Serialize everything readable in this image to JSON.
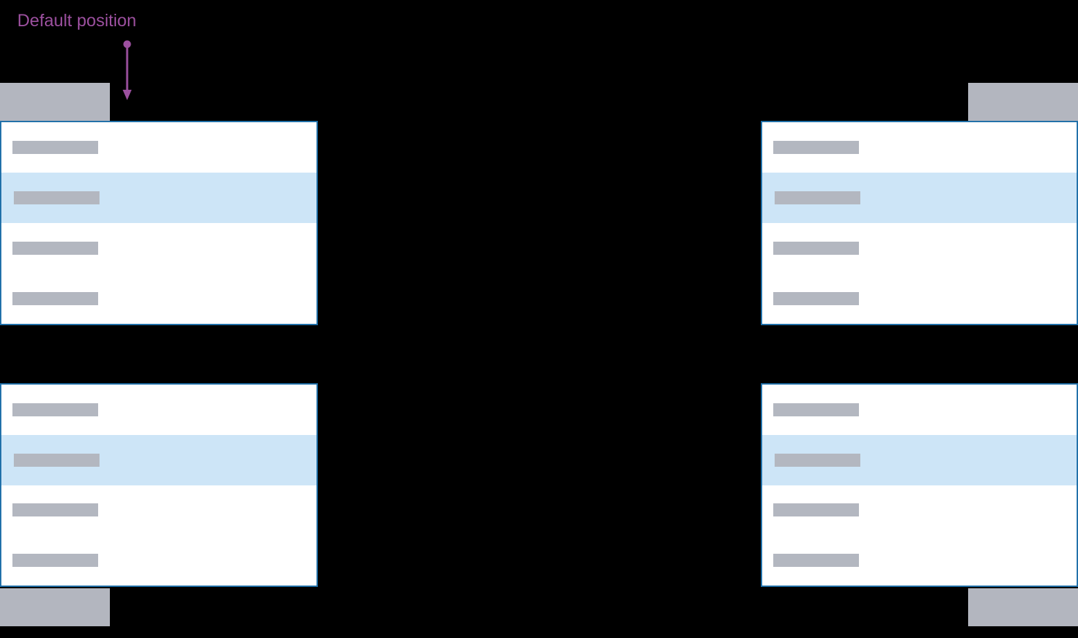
{
  "annotation": {
    "label": "Default position",
    "arrow_icon": "arrow-down-icon"
  },
  "colors": {
    "background": "#000000",
    "annotation_purple": "#9c509f",
    "panel_border": "#2070a9",
    "panel_background": "#ffffff",
    "selected_item_background": "#cde5f7",
    "placeholder_bar_gray": "#b3b7c0",
    "toggle_gray": "#b3b6bf"
  },
  "menus": [
    {
      "id": "top-left",
      "item_count": 4,
      "selected_index": 1
    },
    {
      "id": "top-right",
      "item_count": 4,
      "selected_index": 1
    },
    {
      "id": "bottom-left",
      "item_count": 4,
      "selected_index": 1
    },
    {
      "id": "bottom-right",
      "item_count": 4,
      "selected_index": 1
    }
  ]
}
